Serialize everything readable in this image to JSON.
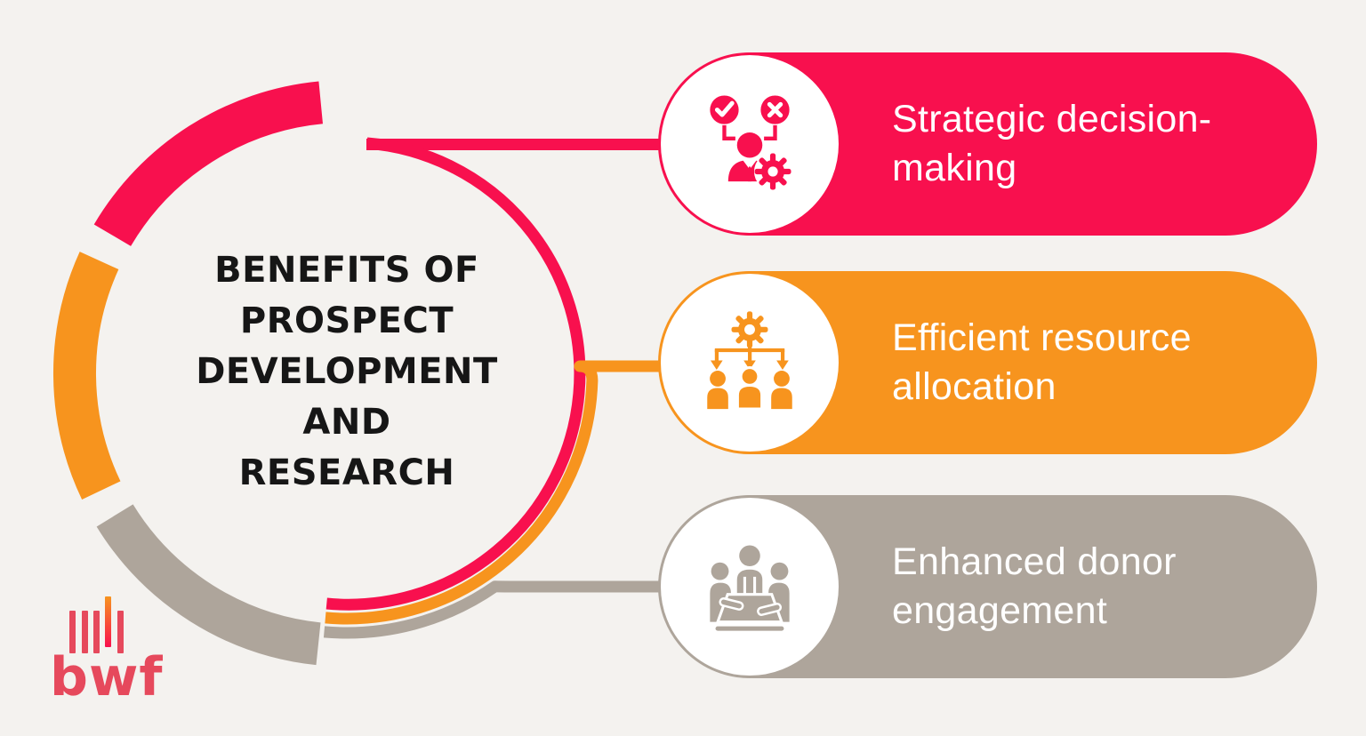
{
  "background_color": "#F4F2EF",
  "title": {
    "text": "BENEFITS OF PROSPECT DEVELOPMENT AND RESEARCH",
    "lines": [
      "BENEFITS OF",
      "PROSPECT",
      "DEVELOPMENT",
      "AND",
      "RESEARCH"
    ],
    "color": "#161616"
  },
  "benefits": [
    {
      "name": "strategic-decision-making",
      "label": "Strategic decision-making",
      "label_line1": "Strategic decision-",
      "label_line2": "making",
      "color": "#F8104E",
      "text_color": "#FFFFFF",
      "icon": "person-choice-check-x-gear-icon"
    },
    {
      "name": "efficient-resource-allocation",
      "label": "Efficient resource allocation",
      "label_line1": "Efficient resource",
      "label_line2": "allocation",
      "color": "#F7941E",
      "text_color": "#FFFFFF",
      "icon": "gear-distribution-to-people-icon"
    },
    {
      "name": "enhanced-donor-engagement",
      "label": "Enhanced donor engagement",
      "label_line1": "Enhanced donor",
      "label_line2": "engagement",
      "color": "#AEA59B",
      "text_color": "#FFFFFF",
      "icon": "meeting-people-table-icon"
    }
  ],
  "ring_colors": {
    "pink": "#F8104E",
    "orange": "#F7941E",
    "gray": "#AEA59B"
  },
  "logo": {
    "text": "bwf",
    "color": "#E6495C",
    "bar_gradient_top": "#F7941E",
    "bar_gradient_bottom": "#F8104E"
  }
}
